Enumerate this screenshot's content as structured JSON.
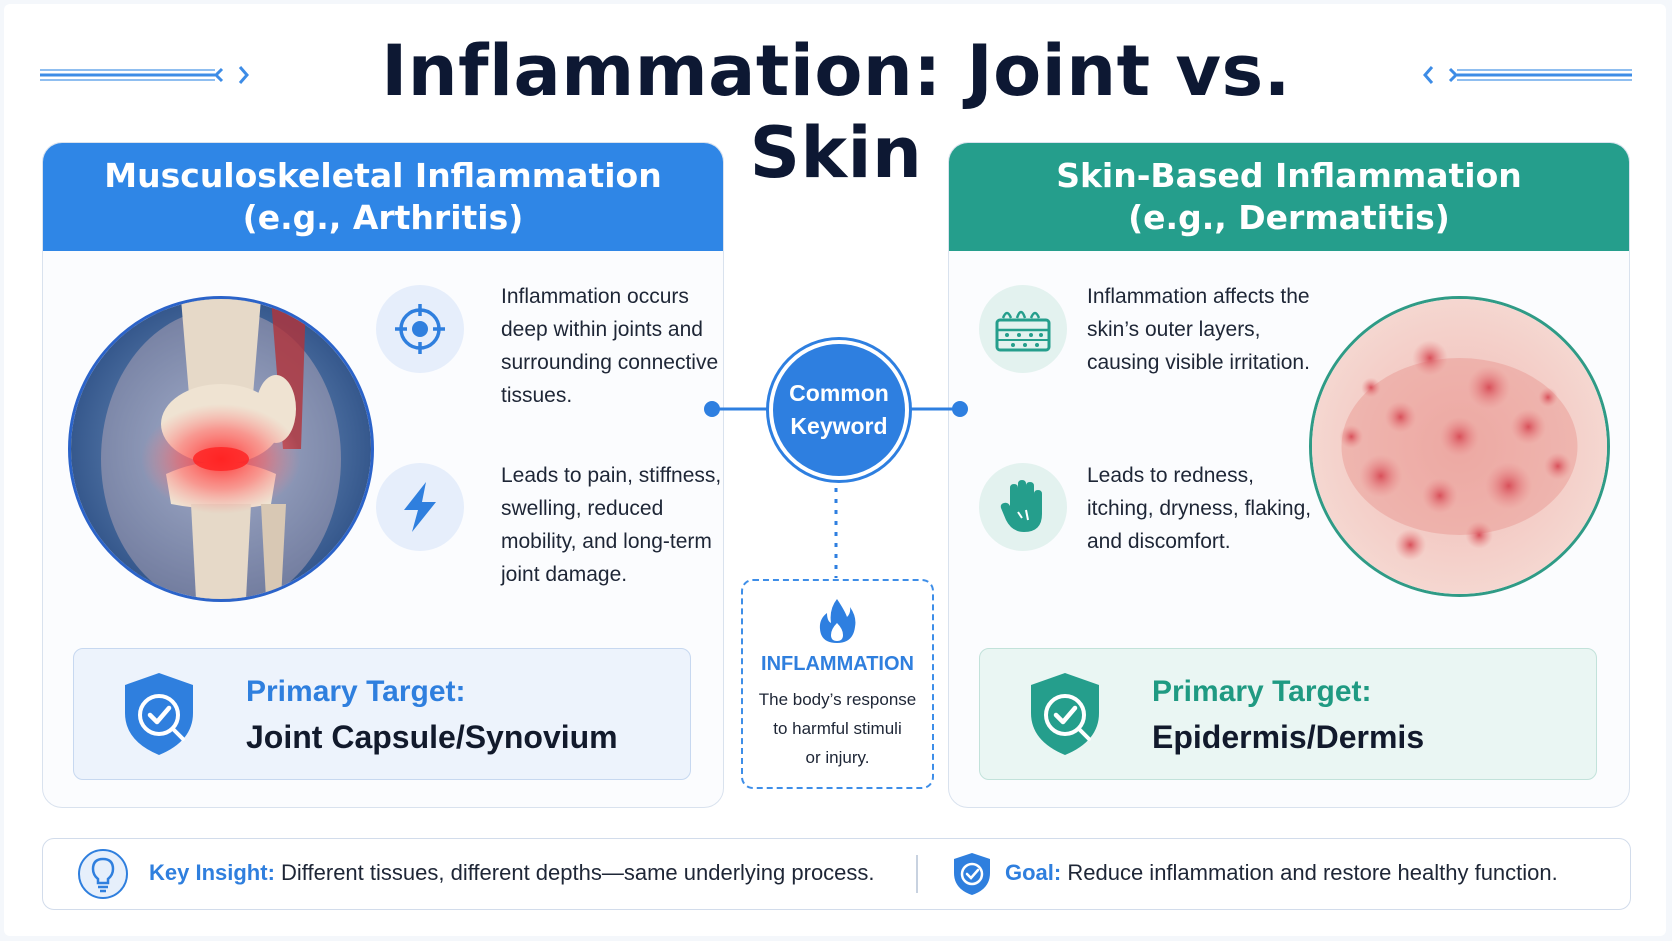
{
  "title": "Inflammation: Joint vs. Skin",
  "colors": {
    "blue": "#2f86e6",
    "teal": "#259e8c",
    "navy": "#0d1833"
  },
  "left_panel": {
    "header_line1": "Musculoskeletal Inflammation",
    "header_line2": "(e.g., Arthritis)",
    "hero_icon": "knee-joint-illustration",
    "features": [
      {
        "icon": "target-icon",
        "text": "Inflammation occurs deep within joints and surrounding connective tissues."
      },
      {
        "icon": "lightning-icon",
        "text": "Leads to pain, stiffness, swelling, reduced mobility, and long-term joint damage."
      }
    ],
    "target_label": "Primary Target:",
    "target_value": "Joint Capsule/Synovium"
  },
  "right_panel": {
    "header_line1": "Skin-Based Inflammation",
    "header_line2": "(e.g., Dermatitis)",
    "hero_icon": "skin-rash-photo",
    "features": [
      {
        "icon": "skin-layers-icon",
        "text": "Inflammation affects the skin’s outer layers, causing visible irritation."
      },
      {
        "icon": "hand-icon",
        "text": "Leads to redness, itching, dryness, flaking, and discomfort."
      }
    ],
    "target_label": "Primary Target:",
    "target_value": "Epidermis/Dermis"
  },
  "center": {
    "common_line1": "Common",
    "common_line2": "Keyword",
    "keyword": "INFLAMMATION",
    "def_line1": "The body’s response",
    "def_line2": "to harmful stimuli",
    "def_line3": "or injury."
  },
  "bottom": {
    "insight_label": "Key Insight:",
    "insight_text": "Different tissues, different depths—same underlying process.",
    "goal_label": "Goal:",
    "goal_text": "Reduce inflammation and restore healthy function."
  }
}
